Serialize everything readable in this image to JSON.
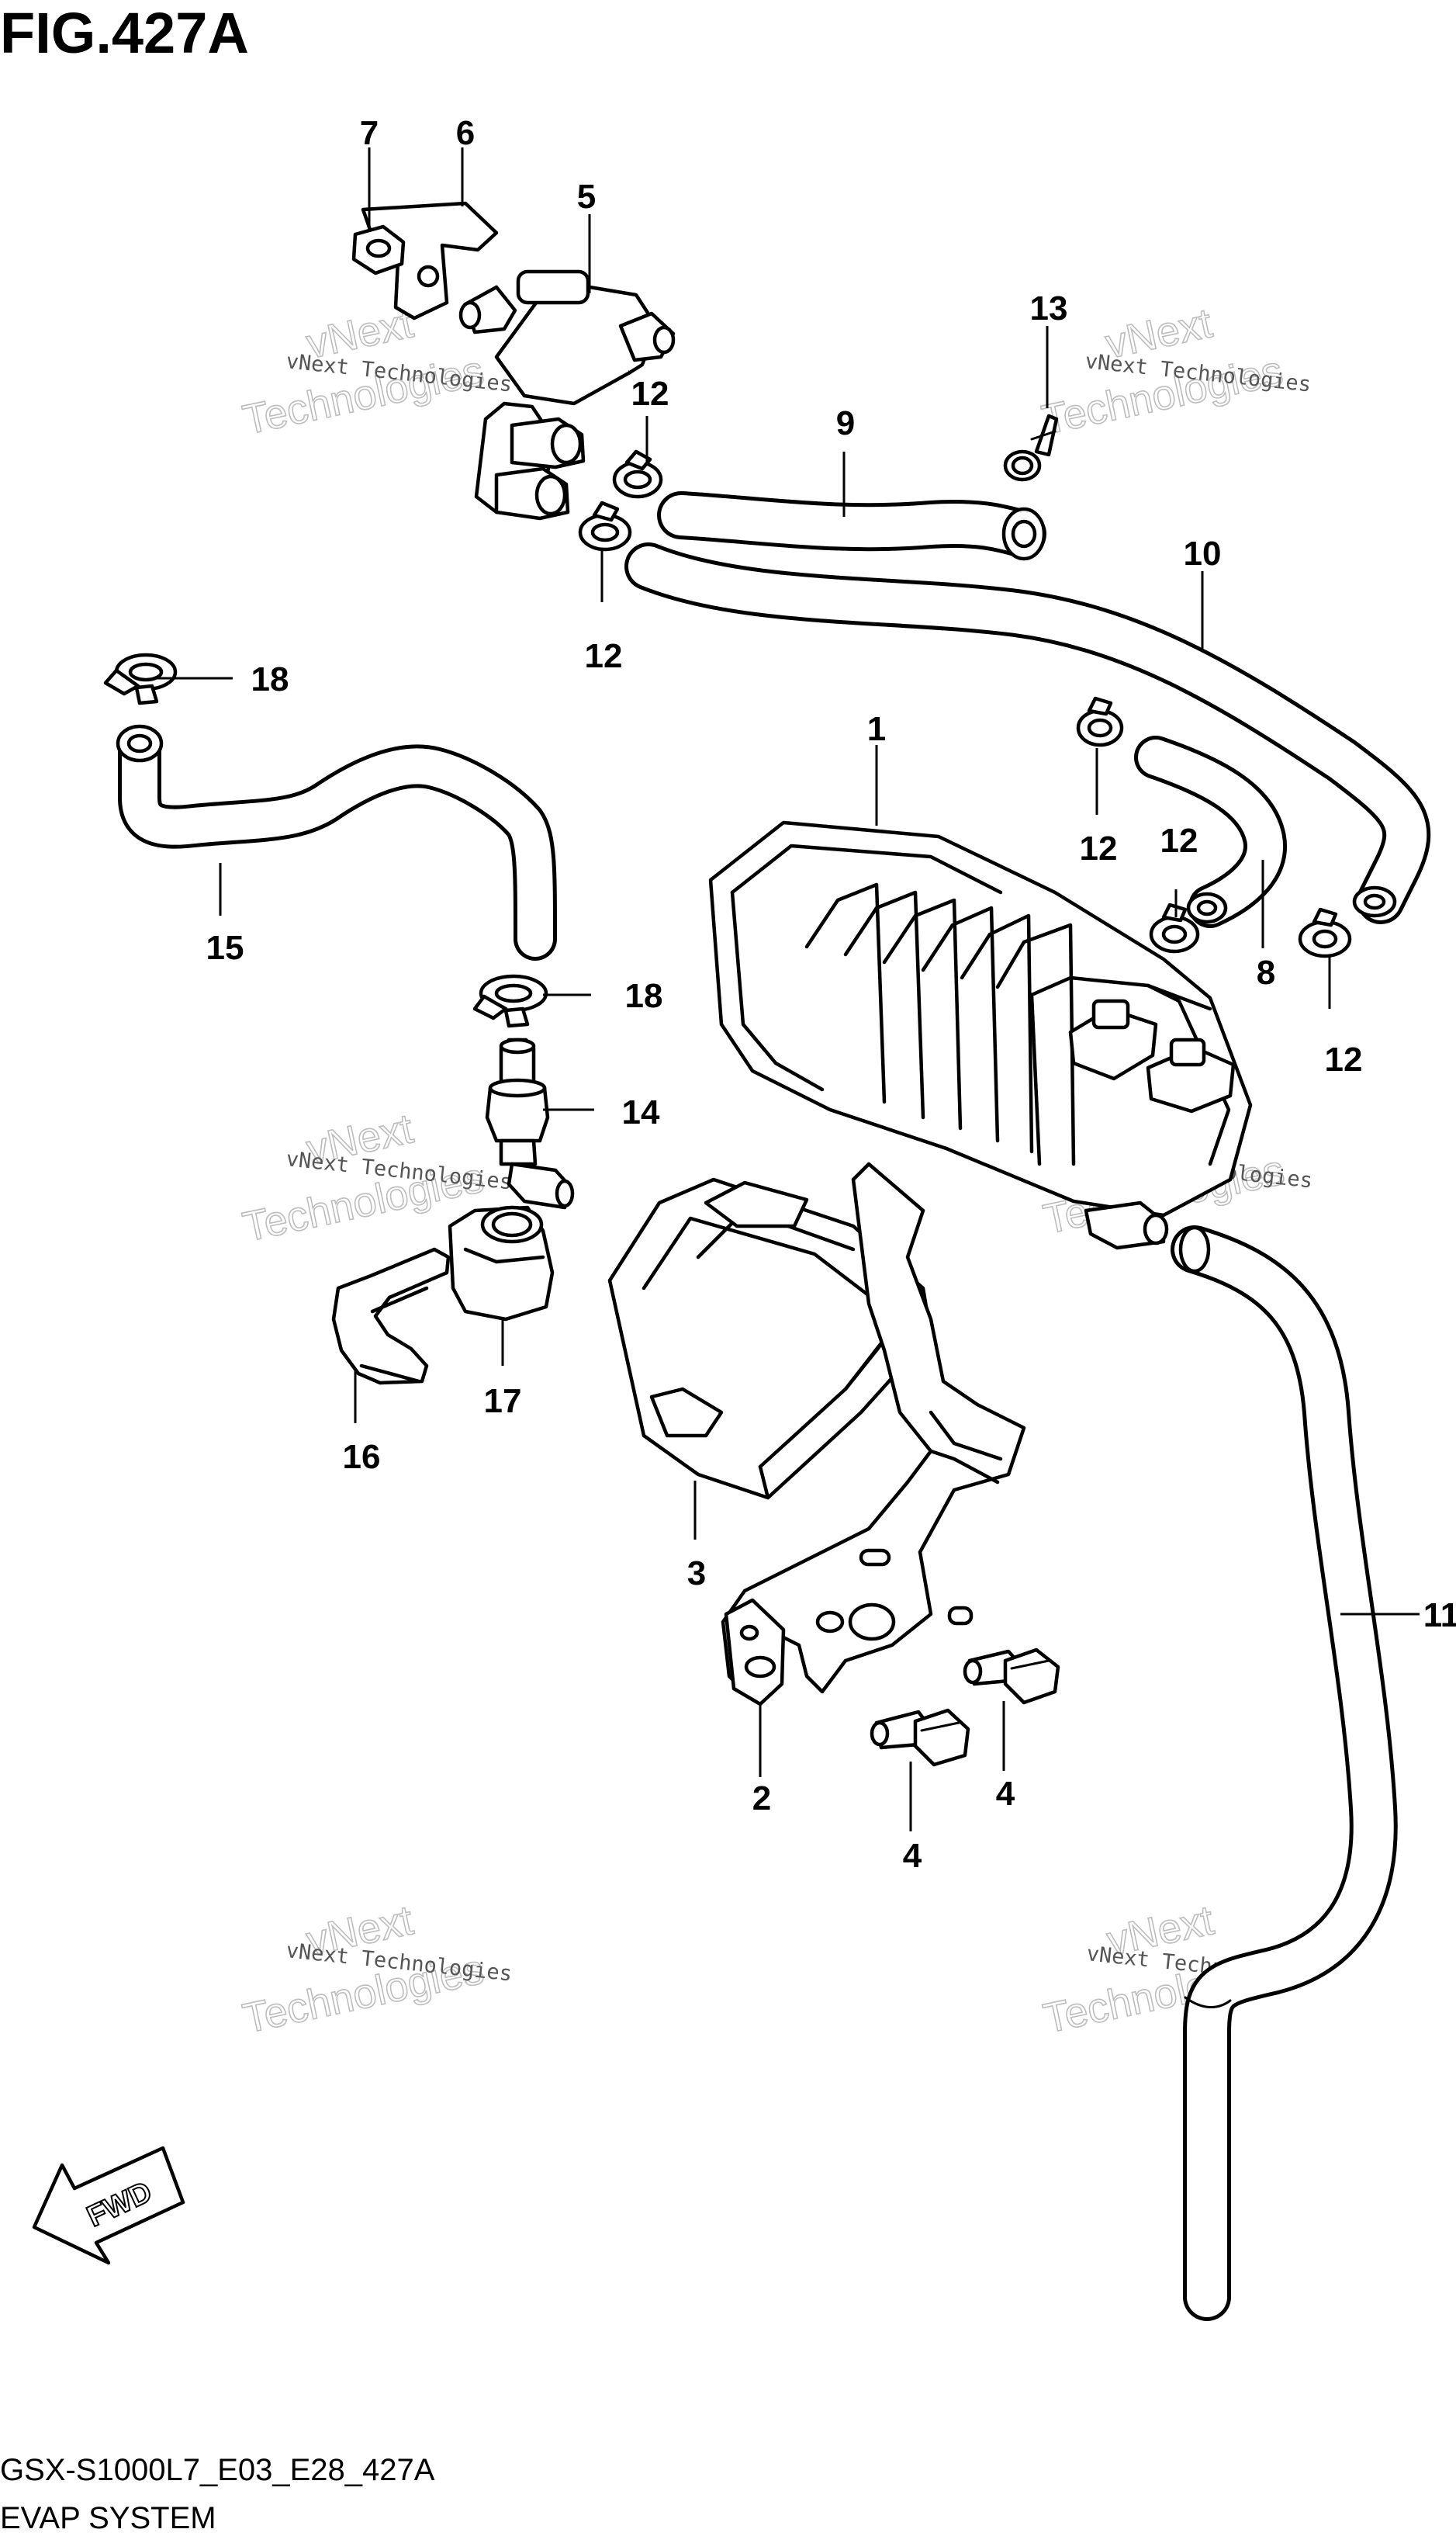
{
  "figure": {
    "title": "FIG.427A",
    "model_code": "GSX-S1000L7_E03_E28_427A",
    "section_name": "EVAP SYSTEM",
    "fwd_label": "FWD"
  },
  "watermark": {
    "line1": "vNext Technologies",
    "line2_a": "vNext",
    "line2_b": "Technologies"
  },
  "callouts": {
    "c1": "1",
    "c2": "2",
    "c3": "3",
    "c4a": "4",
    "c4b": "4",
    "c5": "5",
    "c6": "6",
    "c7": "7",
    "c8": "8",
    "c9": "9",
    "c10": "10",
    "c11": "11",
    "c12a": "12",
    "c12b": "12",
    "c12c": "12",
    "c12d": "12",
    "c12e": "12",
    "c13": "13",
    "c14": "14",
    "c15": "15",
    "c16": "16",
    "c17": "17",
    "c18a": "18",
    "c18b": "18"
  }
}
